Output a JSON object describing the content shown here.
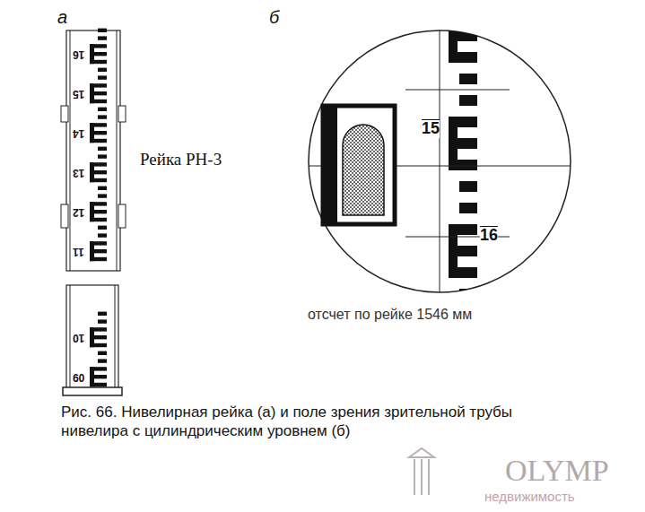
{
  "diagram": {
    "caption": "Рис. 66. Нивелирная рейка (а) и поле зрения зрительной трубы нивелира с цилиндрическим уровнем (б)",
    "labels": [
      "а",
      "б",
      "16",
      "15",
      "14",
      "13",
      "12",
      "11",
      "10",
      "09",
      "Рейка РН-3",
      "15",
      "16",
      "отсчет по рейке 1546 мм",
      "OLYMP",
      "недвижимость"
    ]
  }
}
